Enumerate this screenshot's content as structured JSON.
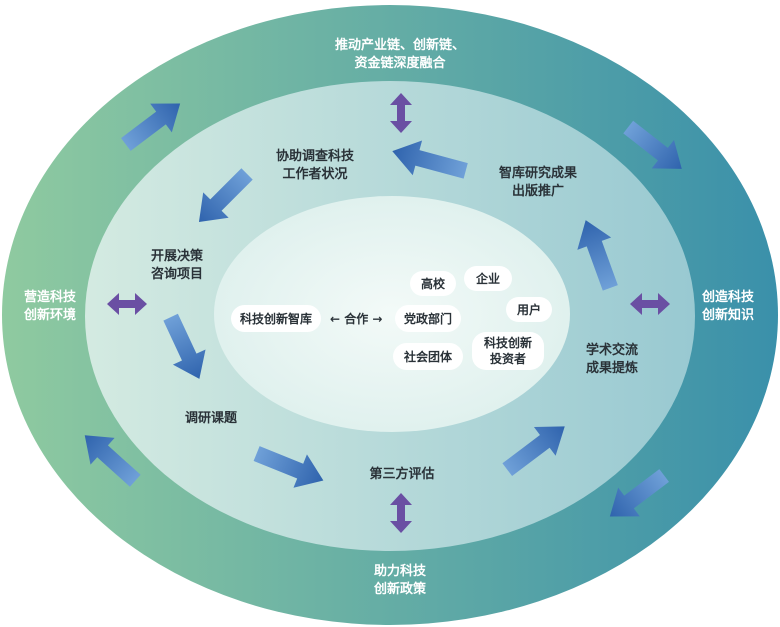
{
  "outer": {
    "top": [
      "推动产业链、创新链、",
      "资金链深度融合"
    ],
    "left": [
      "营造科技",
      "创新环境"
    ],
    "right": [
      "创造科技",
      "创新知识"
    ],
    "bottom": [
      "助力科技",
      "创新政策"
    ]
  },
  "middle": {
    "survey": [
      "协助调查科技",
      "工作者状况"
    ],
    "publish": [
      "智库研究成果",
      "出版推广"
    ],
    "consult": [
      "开展决策",
      "咨询项目"
    ],
    "exchange": [
      "学术交流",
      "成果提炼"
    ],
    "research": [
      "调研课题"
    ],
    "evaluate": [
      "第三方评估"
    ]
  },
  "inner": {
    "think_tank": "科技创新智库",
    "cooperation": "← 合作 →",
    "universities": "高校",
    "enterprises": "企业",
    "users": "用户",
    "party_gov": "党政部门",
    "investors": [
      "科技创新",
      "投资者"
    ],
    "social_groups": "社会团体"
  },
  "colors": {
    "outer_left": "#8fcaa0",
    "outer_right": "#3a90aa",
    "middle_left": "#d7ece4",
    "middle_right": "#9ccbd3",
    "inner": "#e9f4f1",
    "blue_arrow": "#3d72b8",
    "purple_arrow": "#6a4fa3"
  }
}
